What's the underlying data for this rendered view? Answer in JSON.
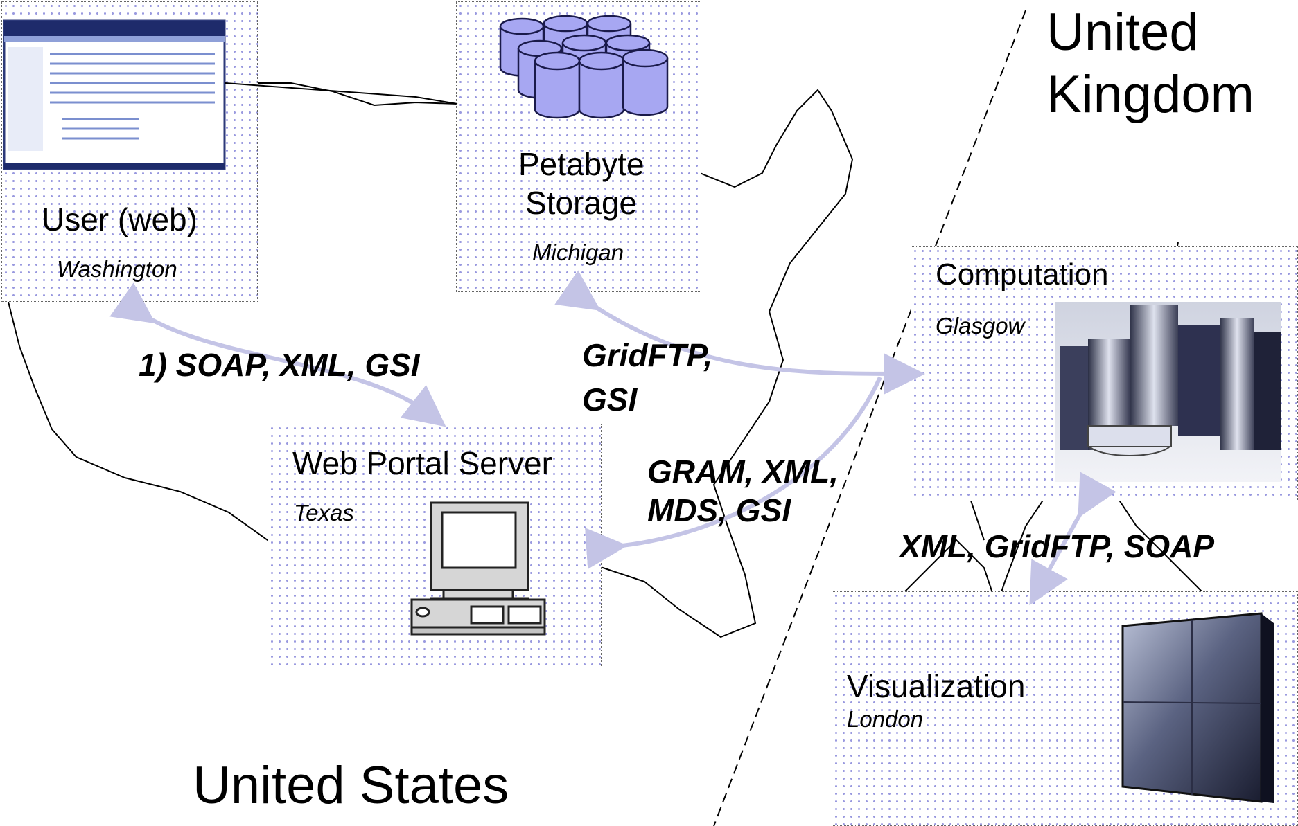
{
  "regions": {
    "us_label": "United States",
    "uk_label_line1": "United",
    "uk_label_line2": "Kingdom"
  },
  "nodes": {
    "user": {
      "title": "User (web)",
      "location": "Washington"
    },
    "storage": {
      "title_line1": "Petabyte",
      "title_line2": "Storage",
      "location": "Michigan"
    },
    "portal": {
      "title": "Web Portal Server",
      "location": "Texas"
    },
    "computation": {
      "title": "Computation",
      "location": "Glasgow"
    },
    "visualization": {
      "title": "Visualization",
      "location": "London"
    }
  },
  "protocols": {
    "user_portal": "1) SOAP, XML, GSI",
    "gridftp_line1": "GridFTP,",
    "gridftp_line2": "GSI",
    "gram_line1": "GRAM, XML,",
    "gram_line2": "MDS, GSI",
    "uk_link": "XML, GridFTP, SOAP"
  },
  "colors": {
    "arrow": "#c4c4e6",
    "dots": "#9a9adf",
    "cylinder": "#a7a7f2"
  },
  "icons": [
    "web-page-screenshot",
    "database-cylinders-icon",
    "desktop-computer-icon",
    "supercomputer-image",
    "display-wall-image"
  ]
}
